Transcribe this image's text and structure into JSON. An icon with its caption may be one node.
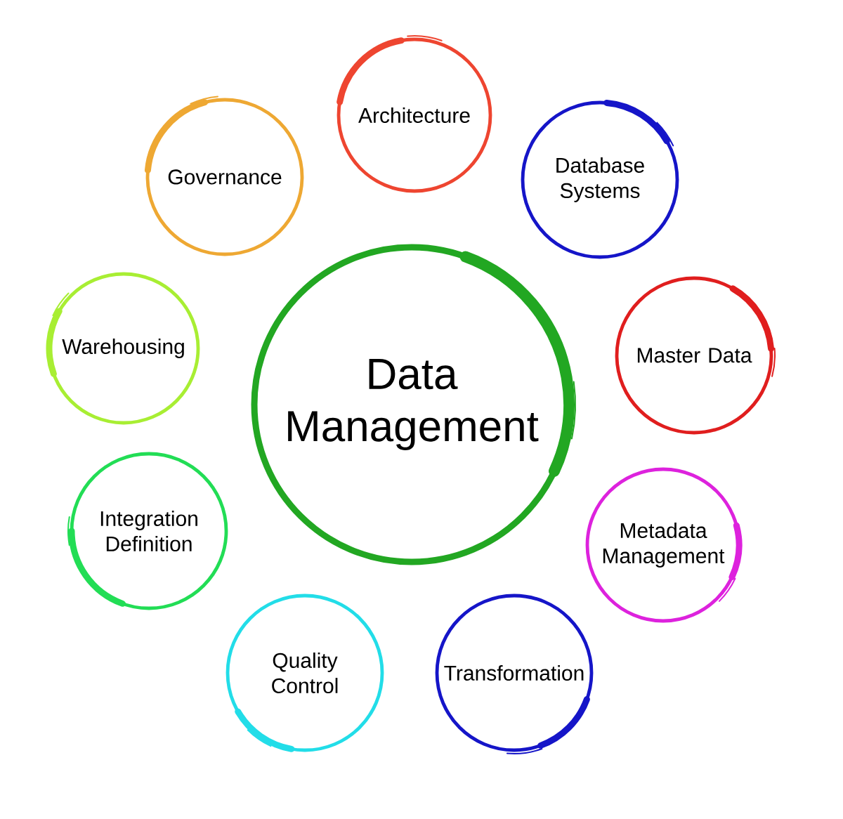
{
  "diagram": {
    "nodes": [
      {
        "text": [
          "Data Management"
        ]
      },
      {
        "text": [
          "Architecture"
        ]
      },
      {
        "text": [
          "Database Systems"
        ]
      },
      {
        "text": [
          "Master Data"
        ]
      },
      {
        "text": [
          "Metadata Management"
        ]
      },
      {
        "text": [
          "Transformation"
        ]
      },
      {
        "text": [
          "Quality Control"
        ]
      },
      {
        "text": [
          "Integration Definition"
        ]
      },
      {
        "text": [
          "Warehousing"
        ]
      },
      {
        "text": [
          "Governance"
        ]
      }
    ]
  }
}
